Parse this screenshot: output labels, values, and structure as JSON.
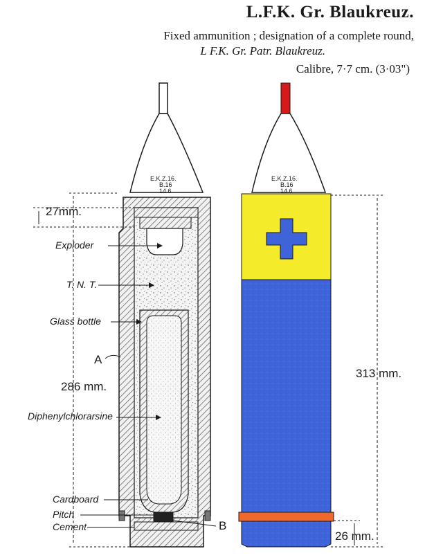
{
  "header": {
    "title": "L.F.K. Gr. Blaukreuz.",
    "subtitle": "Fixed ammunition ; designation of a complete round,",
    "designation": "L F.K. Gr. Patr. Blaukreuz.",
    "calibre": "Calibre, 7·7 cm. (3·03\")"
  },
  "section_view": {
    "fuze_marking": "E.K.Z.16.",
    "fuze_marking_small_1": "B.16",
    "fuze_marking_small_2": "14.6",
    "dimension_27": "27mm.",
    "dimension_286": "286 mm.",
    "letter_a": "A",
    "letter_b": "B",
    "labels": {
      "exploder": "Exploder",
      "tnt": "T. N. T.",
      "glass_bottle": "Glass bottle",
      "diphenylchlorarsine": "Diphenylchlorarsine",
      "cardboard": "Cardboard",
      "pitch": "Pitch",
      "cement": "Cement"
    }
  },
  "exterior_view": {
    "fuze_marking": "E.K.Z.16.",
    "fuze_marking_small_1": "B.16",
    "fuze_marking_small_2": "14.6",
    "dimension_313": "313 mm.",
    "dimension_26": "26 mm."
  },
  "colors": {
    "fuze_tip": "#d61a1a",
    "yellow_band": "#f4ec2a",
    "blue_body": "#3f63d8",
    "orange_band": "#f0682c",
    "hatch": "#555555"
  }
}
